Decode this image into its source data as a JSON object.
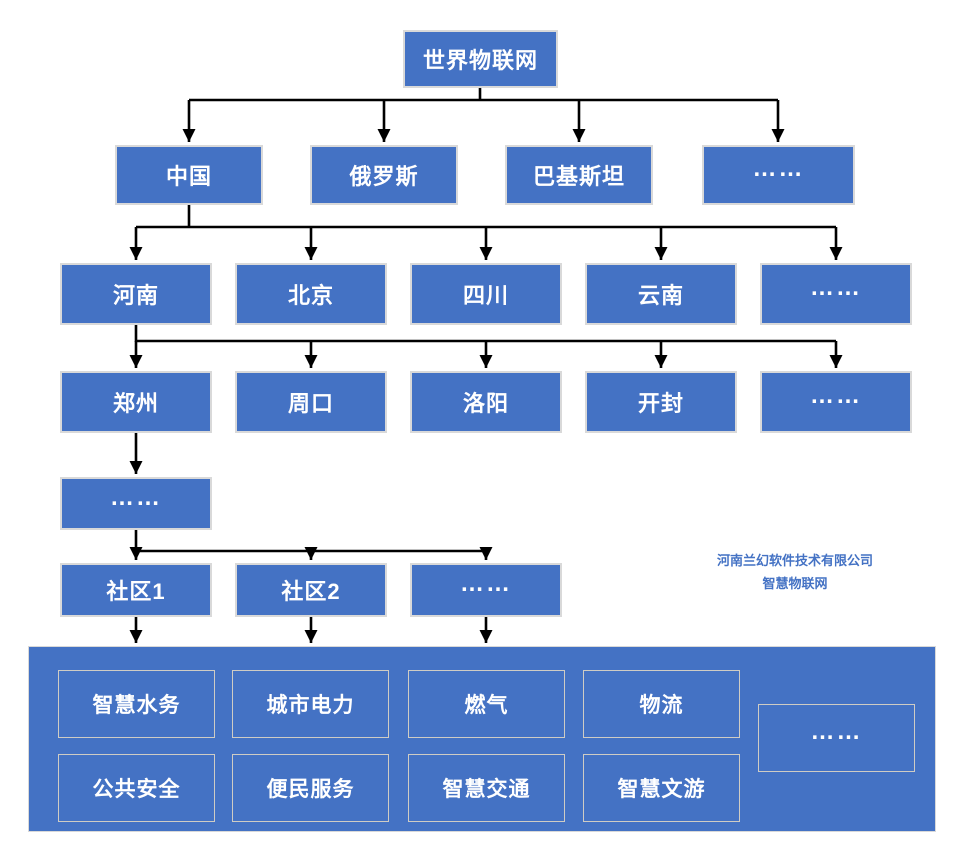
{
  "levels": {
    "world": "世界物联网",
    "countries": [
      "中国",
      "俄罗斯",
      "巴基斯坦",
      "……"
    ],
    "provinces": [
      "河南",
      "北京",
      "四川",
      "云南",
      "……"
    ],
    "cities": [
      "郑州",
      "周口",
      "洛阳",
      "开封",
      "……"
    ],
    "districts_more": "……",
    "communities": [
      "社区1",
      "社区2",
      "……"
    ]
  },
  "services": {
    "row1": [
      "智慧水务",
      "城市电力",
      "燃气",
      "物流"
    ],
    "row2": [
      "公共安全",
      "便民服务",
      "智慧交通",
      "智慧文游"
    ],
    "more": "……"
  },
  "watermark": {
    "company": "河南兰幻软件技术有限公司",
    "product": "智慧物联网"
  },
  "colors": {
    "node_fill": "#4472C4",
    "node_text": "#ffffff",
    "connector": "#000000",
    "watermark_text": "#4472C4"
  }
}
